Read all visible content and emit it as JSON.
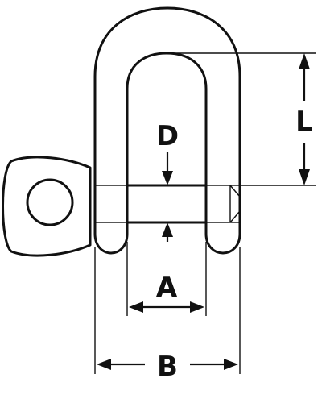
{
  "diagram": {
    "labels": {
      "d": "D",
      "l": "L",
      "a": "A",
      "b": "B"
    }
  },
  "colors": {
    "line": "#111111",
    "background": "#ffffff"
  }
}
